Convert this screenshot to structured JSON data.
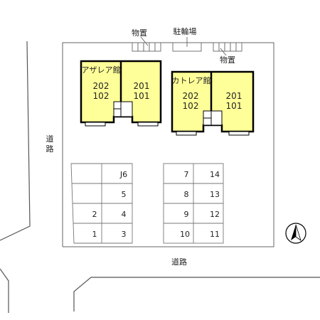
{
  "labels": {
    "storage": "物置",
    "bike_parking": "駐輪場",
    "road": "道路",
    "road_vertical": [
      "道",
      "路"
    ]
  },
  "buildings": {
    "azalea": {
      "name": "アザレア館",
      "left_unit": [
        "202",
        "102"
      ],
      "right_unit": [
        "201",
        "101"
      ]
    },
    "cattleya": {
      "name": "カトレア館",
      "left_unit": [
        "202",
        "102"
      ],
      "right_unit": [
        "201",
        "101"
      ]
    }
  },
  "parking": {
    "left_lot": [
      [
        "",
        "J6"
      ],
      [
        "",
        "5"
      ],
      [
        "2",
        "4"
      ],
      [
        "1",
        "3"
      ]
    ],
    "right_lot": [
      [
        "7",
        "14"
      ],
      [
        "8",
        "13"
      ],
      [
        "9",
        "12"
      ],
      [
        "10",
        "11"
      ]
    ]
  },
  "colors": {
    "building_fill": "#ffff99",
    "building_border": "#000000",
    "line": "#555555"
  },
  "compass": {
    "glyph": "N"
  }
}
